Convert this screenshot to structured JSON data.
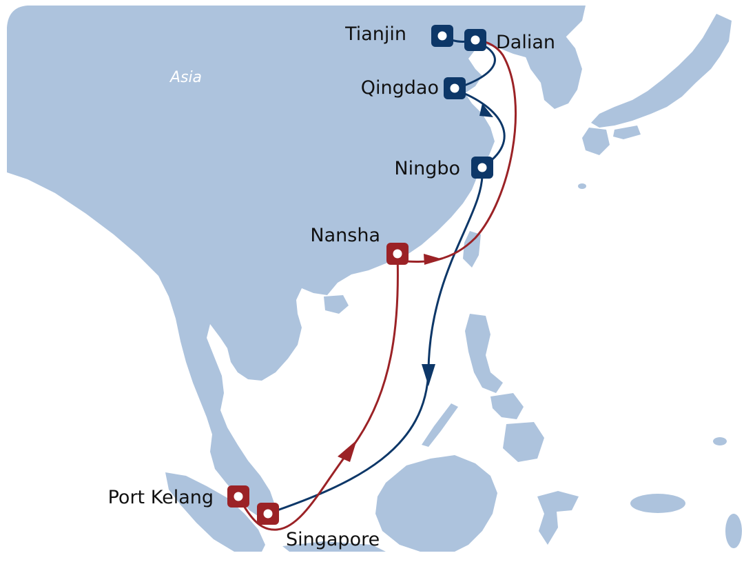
{
  "map": {
    "region_label": "Asia",
    "colors": {
      "land": "#adc3dd",
      "water": "#ffffff",
      "north_loop": "#0d3768",
      "south_loop": "#9b2226",
      "marker_fill_inner": "#ffffff"
    },
    "ports": {
      "tianjin": {
        "name": "Tianjin",
        "loop": "north"
      },
      "dalian": {
        "name": "Dalian",
        "loop": "north"
      },
      "qingdao": {
        "name": "Qingdao",
        "loop": "north"
      },
      "ningbo": {
        "name": "Ningbo",
        "loop": "north"
      },
      "nansha": {
        "name": "Nansha",
        "loop": "south"
      },
      "port_kelang": {
        "name": "Port Kelang",
        "loop": "south"
      },
      "singapore": {
        "name": "Singapore",
        "loop": "south"
      }
    },
    "icons": {
      "port_marker": "port-marker-icon",
      "direction_arrow": "direction-arrow-icon"
    }
  }
}
